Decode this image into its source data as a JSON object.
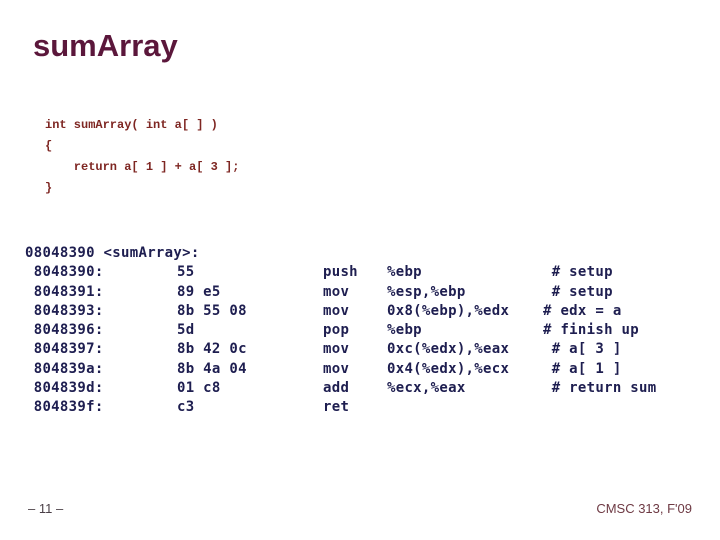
{
  "slide": {
    "title": "sumArray",
    "code": {
      "lines": [
        "int sumArray( int a[ ] )",
        "{",
        "    return a[ 1 ] + a[ 3 ];",
        "}"
      ]
    },
    "asm": {
      "header": "08048390 <sumArray>:",
      "rows": [
        {
          "addr": " 8048390:",
          "bytes": "55",
          "mnem": "push",
          "oper": "%ebp",
          "comment": " # setup"
        },
        {
          "addr": " 8048391:",
          "bytes": "89 e5",
          "mnem": "mov",
          "oper": "%esp,%ebp",
          "comment": " # setup"
        },
        {
          "addr": " 8048393:",
          "bytes": "8b 55 08",
          "mnem": "mov",
          "oper": "0x8(%ebp),%edx",
          "comment": "# edx = a"
        },
        {
          "addr": " 8048396:",
          "bytes": "5d",
          "mnem": "pop",
          "oper": "%ebp",
          "comment": "# finish up"
        },
        {
          "addr": " 8048397:",
          "bytes": "8b 42 0c",
          "mnem": "mov",
          "oper": "0xc(%edx),%eax",
          "comment": " # a[ 3 ]"
        },
        {
          "addr": " 804839a:",
          "bytes": "8b 4a 04",
          "mnem": "mov",
          "oper": "0x4(%edx),%ecx",
          "comment": " # a[ 1 ]"
        },
        {
          "addr": " 804839d:",
          "bytes": "01 c8",
          "mnem": "add",
          "oper": "%ecx,%eax",
          "comment": " # return sum"
        },
        {
          "addr": " 804839f:",
          "bytes": "c3",
          "mnem": "ret",
          "oper": "",
          "comment": ""
        }
      ]
    },
    "footer": {
      "page": "– 11 –",
      "course": "CMSC 313, F'09"
    }
  },
  "colors": {
    "background": "#ffffff",
    "title_text": "#5b173b",
    "c_code_text": "#7e2622",
    "asm_text": "#1e1e50",
    "page_number_text": "#4a3f46",
    "course_text": "#6e3a44"
  }
}
